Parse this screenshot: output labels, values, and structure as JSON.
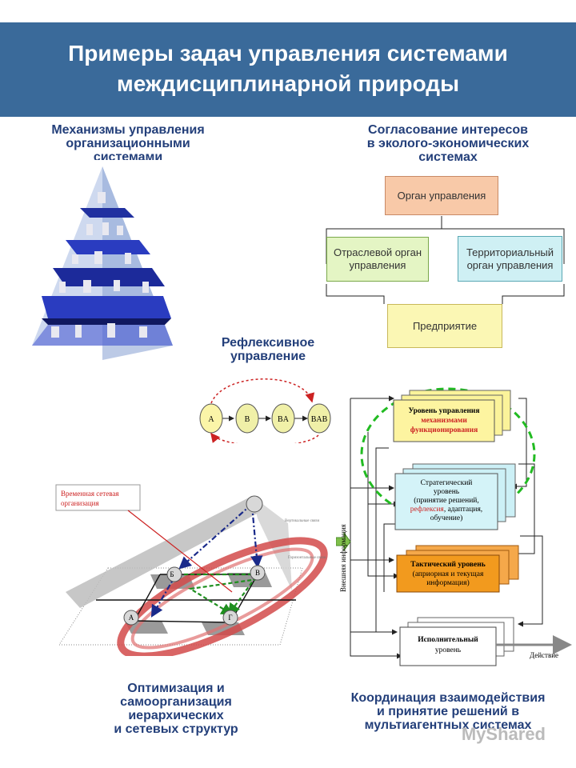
{
  "header": {
    "title_line1": "Примеры задач управления системами",
    "title_line2": "междисциплинарной природы"
  },
  "sections": {
    "mechanisms": {
      "line1": "Механизмы управления",
      "line2": "организационными",
      "line3": "системами"
    },
    "interests": {
      "line1": "Согласование интересов",
      "line2": "в эколого-экономических",
      "line3": "системах"
    },
    "reflexive": {
      "line1": "Рефлексивное",
      "line2": "управление"
    },
    "optimization": {
      "line1": "Оптимизация и",
      "line2": "самоорганизация",
      "line3": "иерархических",
      "line4": "и сетевых структур"
    },
    "coordination": {
      "line1": "Координация взаимодействия",
      "line2": "и принятие решений в",
      "line3": "мультиагентных системах"
    }
  },
  "org_diagram": {
    "top": "Орган управления",
    "left_line1": "Отраслевой орган",
    "left_line2": "управления",
    "right_line1": "Территориальный",
    "right_line2": "орган управления",
    "bottom": "Предприятие"
  },
  "reflex_chain": {
    "nodes": [
      "A",
      "B",
      "BA",
      "BAB"
    ]
  },
  "network_diagram": {
    "note_line1": "Временная сетевая",
    "note_line2": "организация",
    "label_vertical": "Вертикальные связи",
    "label_horizontal": "Горизонтальные связи",
    "nodes": [
      "Б",
      "В",
      "А",
      "Г"
    ]
  },
  "multiagent": {
    "side_label": "Внешняя информация",
    "action_label": "Действие",
    "level1": {
      "line1": "Уровень управления",
      "line2": "механизмами",
      "line3": "функционирования"
    },
    "level2": {
      "line1": "Стратегический",
      "line2": "уровень",
      "line3": "(принятие решений,",
      "line4a": "рефлексия",
      "line4b": ", адаптация,",
      "line5": "обучение)"
    },
    "level3": {
      "line1": "Тактический уровень",
      "line2": "(априорная и текущая",
      "line3": "информация)"
    },
    "level4": {
      "line1": "Исполнительный",
      "line2": "уровень"
    }
  },
  "watermark": "MyShared",
  "colors": {
    "header": "#3a6a9a",
    "caption": "#233f7a",
    "reflex_arrow": "#cc2222",
    "green_dash": "#22bb22",
    "orange": "#f29a1e"
  }
}
